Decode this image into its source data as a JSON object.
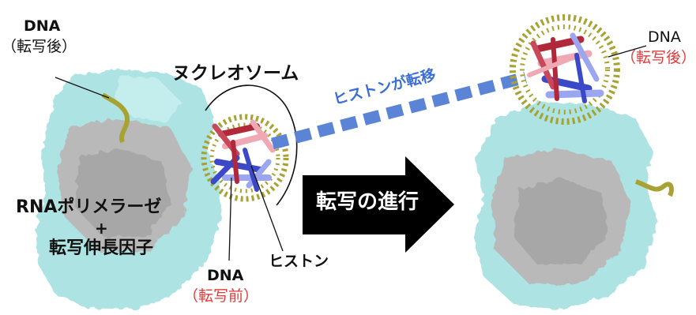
{
  "labels": {
    "dna_after_left": "DNA",
    "dna_after_left_paren": "（転写後）",
    "nucleosome": "ヌクレオソーム",
    "histone_transfer": "ヒストンが転移",
    "transcription_progress": "転写の進行",
    "rnapol": "RNAポリメラーゼ",
    "plus": "+",
    "elongation_factor": "転写伸長因子",
    "histone": "ヒストン",
    "dna_before": "DNA",
    "dna_before_paren": "（転写前）",
    "dna_after_right": "DNA",
    "dna_after_right_paren": "（転写後）"
  },
  "colors": {
    "protein_cyan": "#aee3e3",
    "protein_gray": "#b9b9b9",
    "dna_olive": "#a8a232",
    "histone_red": "#b0283a",
    "histone_pink": "#f0a8b4",
    "histone_blue": "#3b48c8",
    "histone_lavender": "#9aa6f0",
    "arrow_blue": "#5b84d6",
    "label_red": "#e03a3a"
  }
}
